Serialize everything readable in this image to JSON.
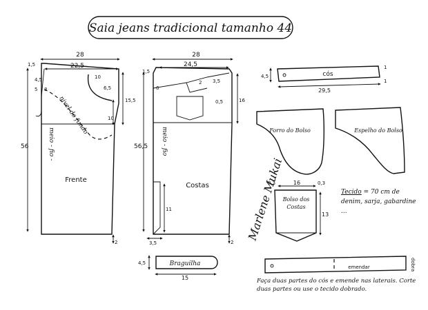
{
  "title": "Saia jeans tradicional tamanho 44",
  "front": {
    "label": "Frente",
    "top_width": "28",
    "waist_width": "22,5",
    "waist_rise": "1,5",
    "left_top": "4,5",
    "left_top2": "5",
    "dart_a": "8",
    "pocket_w": "10",
    "pocket_h": "6,5",
    "hip_depth": "15,5",
    "hip_drop": "10",
    "length": "56",
    "fold": "meio - fio -",
    "fly_line": "nivel do fundo"
  },
  "back": {
    "label": "Costas",
    "top_width": "28",
    "waist_width": "24,5",
    "waist_rise": "1,5",
    "yoke_left": "6",
    "yoke_mid": "2",
    "yoke_right": "3,5",
    "dart": "0,5",
    "hip_depth": "16",
    "length": "56,5",
    "fold": "meio - fio",
    "slit": "11",
    "slit_w": "3,5",
    "hem": "2"
  },
  "front_hem": "2",
  "waistband": {
    "label": "cós",
    "height": "4,5",
    "length": "29,5",
    "end": "1"
  },
  "pocket_lining": {
    "label": "Forro do Bolso"
  },
  "facing": {
    "label": "Espelho do Bolso"
  },
  "back_pocket": {
    "label": "Bolso dos Costas",
    "width": "16",
    "height": "13",
    "corner_l": "0,3",
    "corner_r": "0,3"
  },
  "fabric": {
    "label": "Tecido",
    "text": "= 70 cm de denim, sarja, gabardine ..."
  },
  "fly": {
    "label": "Braguilha",
    "height": "4,5",
    "width": "15"
  },
  "band_long": {
    "label": "emendar",
    "side": "dobra"
  },
  "note": "Faça duas partes do cós e emende nas laterais. Corte duas partes ou use o tecido dobrado.",
  "signature": "Marlene Mukai"
}
